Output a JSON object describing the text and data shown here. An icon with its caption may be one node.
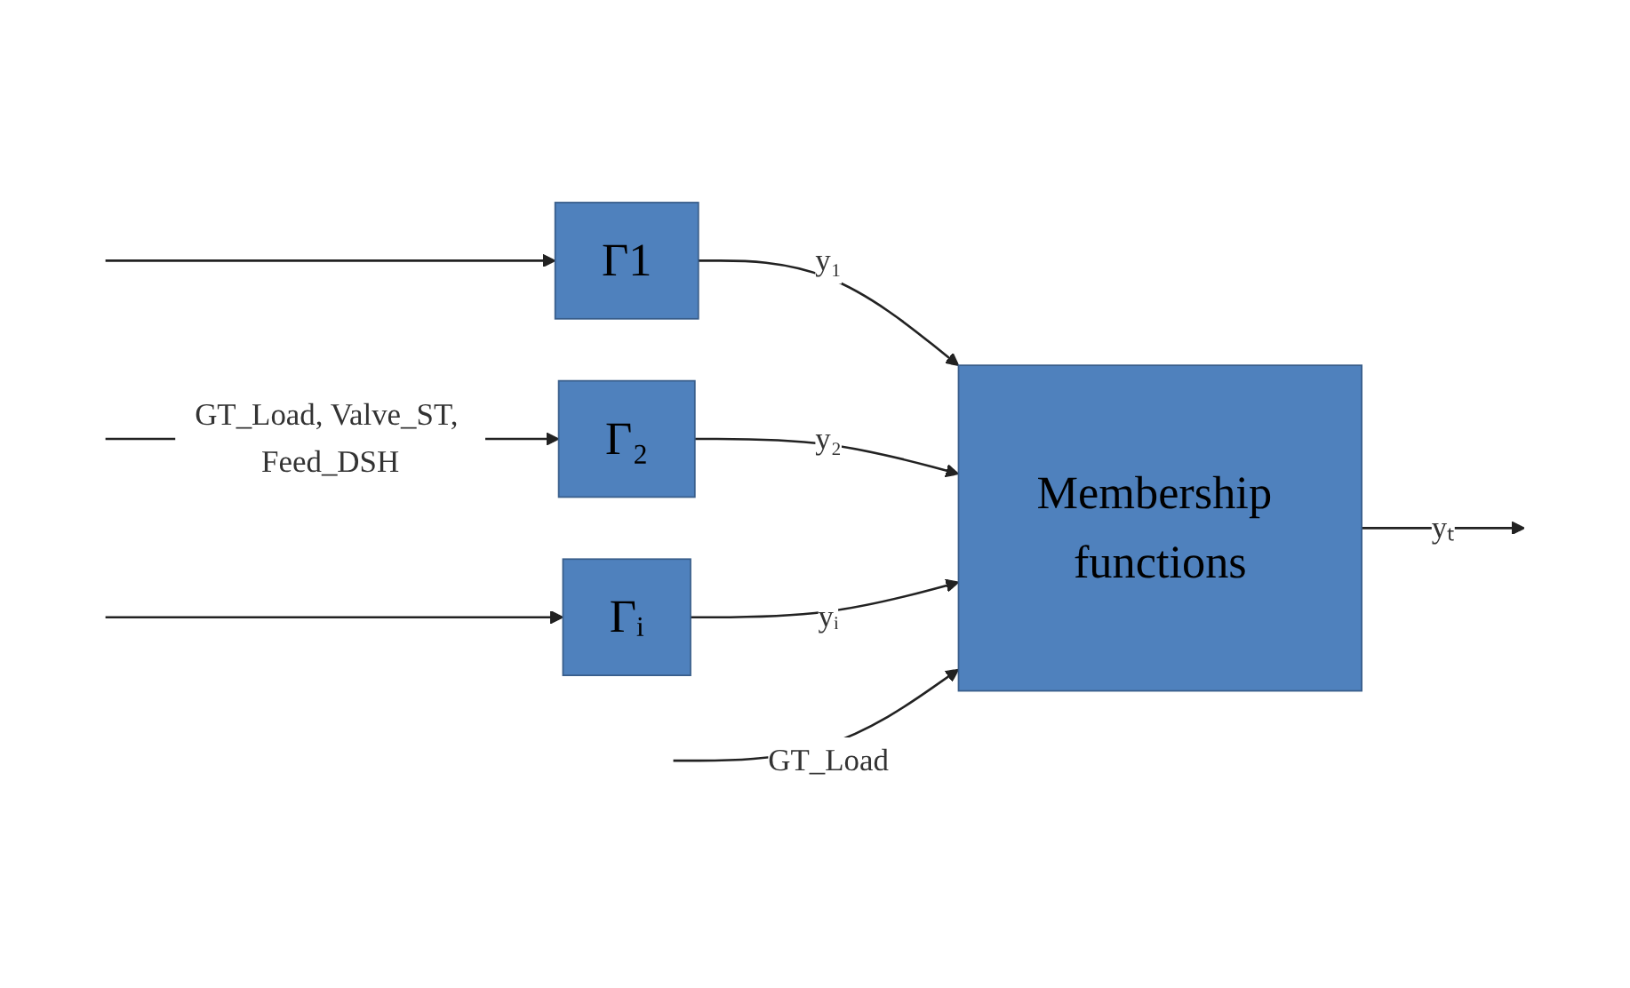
{
  "diagram": {
    "nodes": [
      {
        "text": [
          "Γ1"
        ]
      },
      {
        "text": [
          "Γ₂"
        ]
      },
      {
        "text": [
          "Γᵢ"
        ]
      },
      {
        "text": [
          "Membership functions"
        ]
      }
    ],
    "edges": [
      {
        "from": null,
        "to": 0,
        "arrow": "to"
      },
      {
        "from": null,
        "to": 1,
        "label": "GT_Load, Valve_ST, Feed_DSH",
        "arrow": "to"
      },
      {
        "from": null,
        "to": 2,
        "arrow": "to"
      },
      {
        "from": 0,
        "to": 3,
        "label": "y₁",
        "arrow": "to"
      },
      {
        "from": 1,
        "to": 3,
        "label": "y₂",
        "arrow": "to"
      },
      {
        "from": 2,
        "to": 3,
        "label": "yᵢ",
        "arrow": "to"
      },
      {
        "from": null,
        "to": 3,
        "label": "GT_Load",
        "arrow": "to"
      },
      {
        "from": 3,
        "to": null,
        "label": "yₜ",
        "arrow": "to"
      }
    ]
  }
}
